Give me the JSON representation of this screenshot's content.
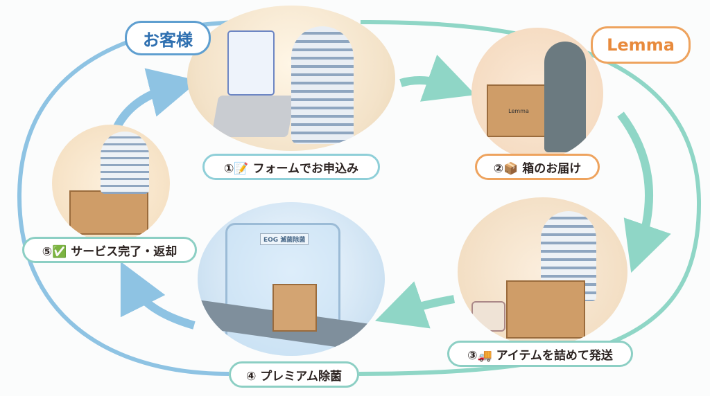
{
  "bubbles": {
    "customer": "お客様",
    "company": "Lemma"
  },
  "steps": [
    {
      "label": "①📝 フォームでお申込み"
    },
    {
      "label": "②📦 箱のお届け"
    },
    {
      "label": "③🚚 アイテムを詰めて発送"
    },
    {
      "label": "④ プレミアム除菌"
    },
    {
      "label": "⑤✅ サービス完了・返却"
    }
  ],
  "sterilizer_sign": "EOG 滅菌除菌",
  "box_logo": "Lemma",
  "colors": {
    "blue": "#8ec3e3",
    "teal": "#8fd6c6",
    "orange": "#eea35e"
  }
}
